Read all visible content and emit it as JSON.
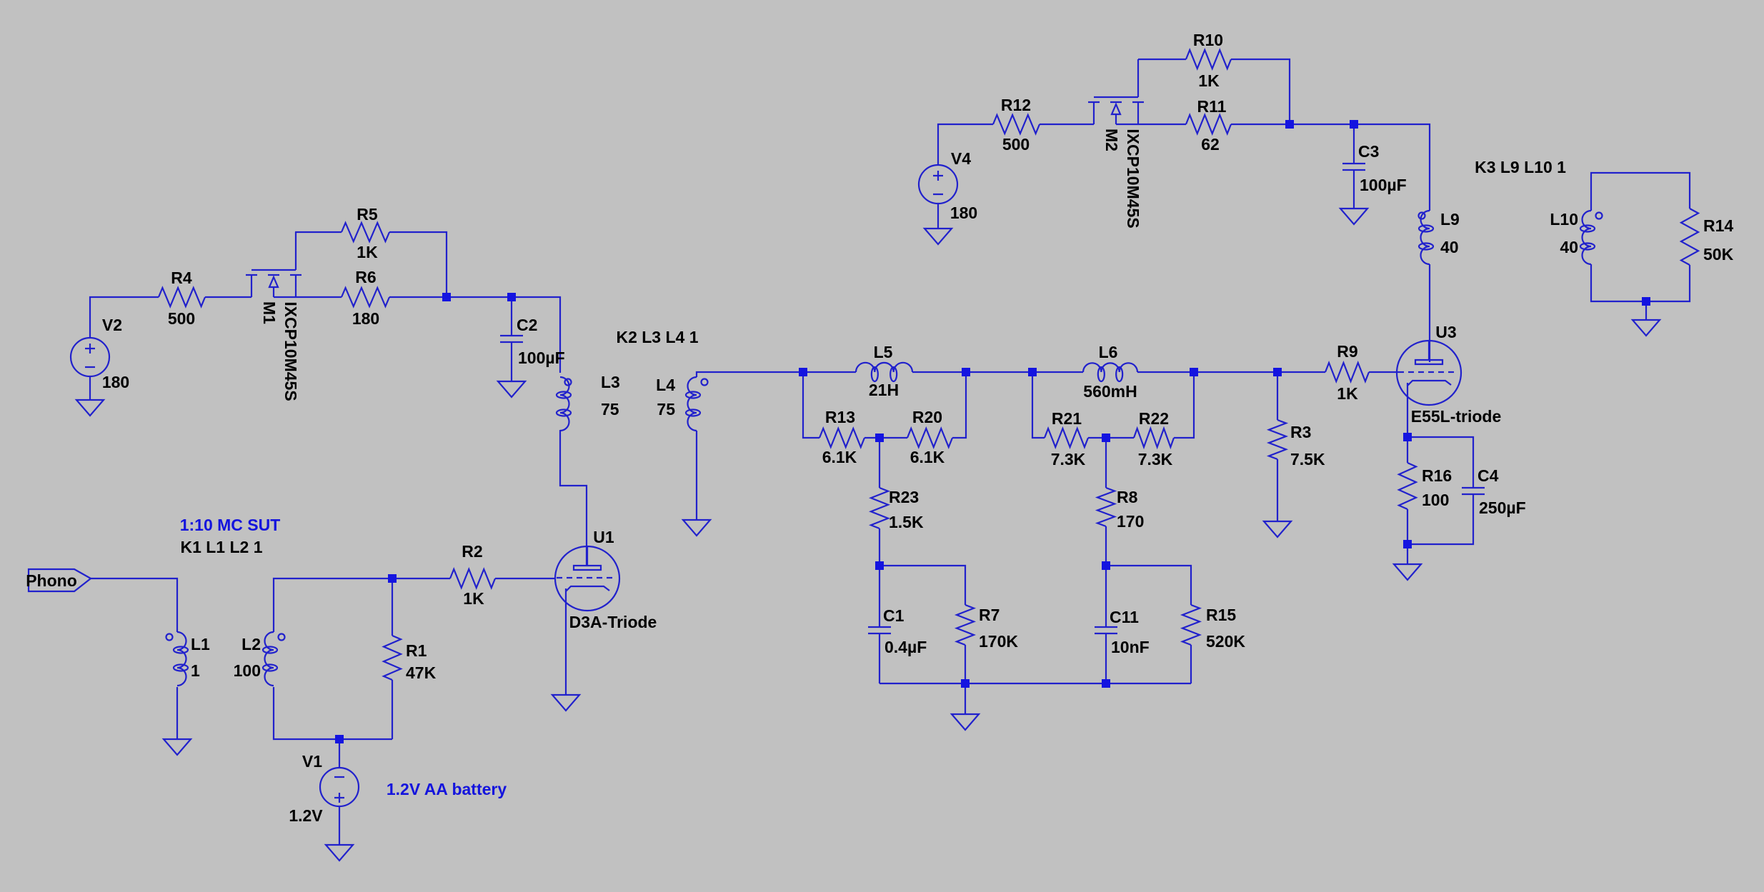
{
  "schematic": {
    "title": "phono preamp schematic",
    "colors": {
      "background": "#c1c1c1",
      "wire": "#2121cc",
      "node": "#1414e0",
      "text": "#000000",
      "comment": "#1414dd"
    },
    "port": {
      "phono": "Phono"
    },
    "comments": {
      "sut": "1:10 MC SUT",
      "battery": "1.2V AA battery"
    },
    "directives": {
      "k1": "K1 L1 L2 1",
      "k2": "K2 L3 L4 1",
      "k3": "K3 L9 L10 1"
    },
    "components": {
      "V2": {
        "des": "V2",
        "val": "180"
      },
      "R4": {
        "des": "R4",
        "val": "500"
      },
      "M1": {
        "des": "M1",
        "val": "IXCP10M45S"
      },
      "R5": {
        "des": "R5",
        "val": "1K"
      },
      "R6": {
        "des": "R6",
        "val": "180"
      },
      "C2": {
        "des": "C2",
        "val": "100µF"
      },
      "L3": {
        "des": "L3",
        "val": "75"
      },
      "L4": {
        "des": "L4",
        "val": "75"
      },
      "U1": {
        "des": "U1",
        "val": "D3A-Triode"
      },
      "R2": {
        "des": "R2",
        "val": "1K"
      },
      "L1": {
        "des": "L1",
        "val": "1"
      },
      "L2": {
        "des": "L2",
        "val": "100"
      },
      "R1": {
        "des": "R1",
        "val": "47K"
      },
      "V1": {
        "des": "V1",
        "val": "1.2V"
      },
      "L5": {
        "des": "L5",
        "val": "21H"
      },
      "R13": {
        "des": "R13",
        "val": "6.1K"
      },
      "R20": {
        "des": "R20",
        "val": "6.1K"
      },
      "R23": {
        "des": "R23",
        "val": "1.5K"
      },
      "C1": {
        "des": "C1",
        "val": "0.4µF"
      },
      "R7": {
        "des": "R7",
        "val": "170K"
      },
      "L6": {
        "des": "L6",
        "val": "560mH"
      },
      "R21": {
        "des": "R21",
        "val": "7.3K"
      },
      "R22": {
        "des": "R22",
        "val": "7.3K"
      },
      "R8": {
        "des": "R8",
        "val": "170"
      },
      "C11": {
        "des": "C11",
        "val": "10nF"
      },
      "R15": {
        "des": "R15",
        "val": "520K"
      },
      "R3": {
        "des": "R3",
        "val": "7.5K"
      },
      "R9": {
        "des": "R9",
        "val": "1K"
      },
      "V4": {
        "des": "V4",
        "val": "180"
      },
      "R12": {
        "des": "R12",
        "val": "500"
      },
      "M2": {
        "des": "M2",
        "val": "IXCP10M45S"
      },
      "R10": {
        "des": "R10",
        "val": "1K"
      },
      "R11": {
        "des": "R11",
        "val": "62"
      },
      "C3": {
        "des": "C3",
        "val": "100µF"
      },
      "L9": {
        "des": "L9",
        "val": "40"
      },
      "U3": {
        "des": "U3",
        "val": "E55L-triode"
      },
      "R16": {
        "des": "R16",
        "val": "100"
      },
      "C4": {
        "des": "C4",
        "val": "250µF"
      },
      "L10": {
        "des": "L10",
        "val": "40"
      },
      "R14": {
        "des": "R14",
        "val": "50K"
      }
    }
  }
}
